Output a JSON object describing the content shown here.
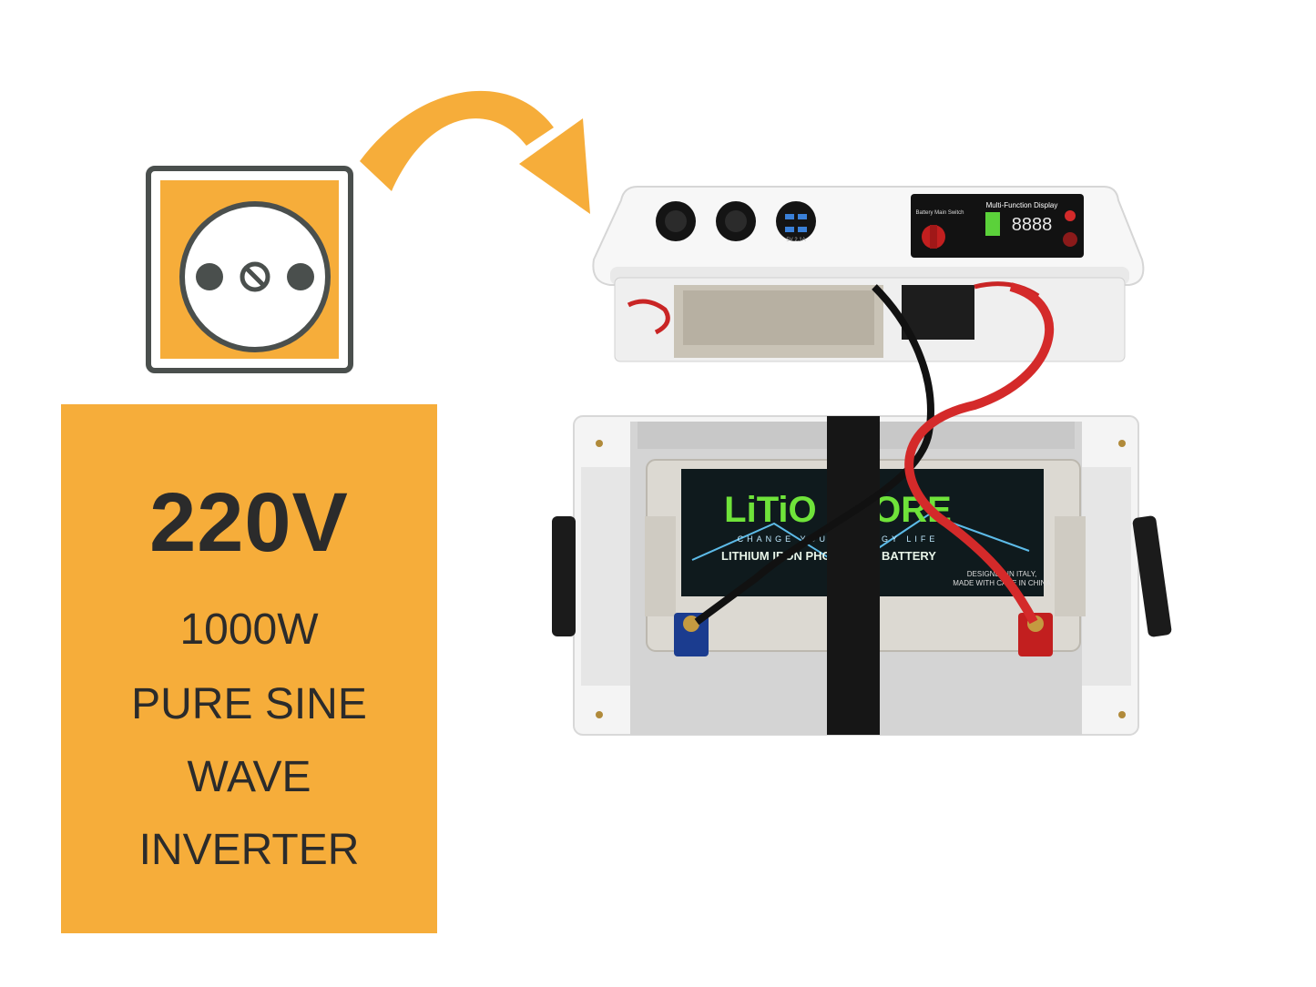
{
  "spec": {
    "voltage": "220V",
    "power": "1000W",
    "type_line1": "PURE SINE",
    "type_line2": "WAVE",
    "type_line3": "INVERTER"
  },
  "device": {
    "display_title": "Multi-Function Display",
    "switch_label": "Battery Main Switch",
    "display_reading": "8888",
    "battery_brand": "LiTiO STORE",
    "battery_tagline": "CHANGE YOUR ENERGY LIFE",
    "battery_type": "LITHIUM IRON PHOSPHATE BATTERY",
    "battery_origin_1": "DESIGNED IN ITALY,",
    "battery_origin_2": "MADE WITH CARE IN CHINA",
    "usb_label": "5V 2.1A"
  },
  "colors": {
    "accent": "#f6ad3a",
    "icon_dark": "#4a4f4d",
    "text_dark": "#2b2b2b",
    "cable_red": "#d42a2a",
    "battery_green": "#6fe33a"
  }
}
